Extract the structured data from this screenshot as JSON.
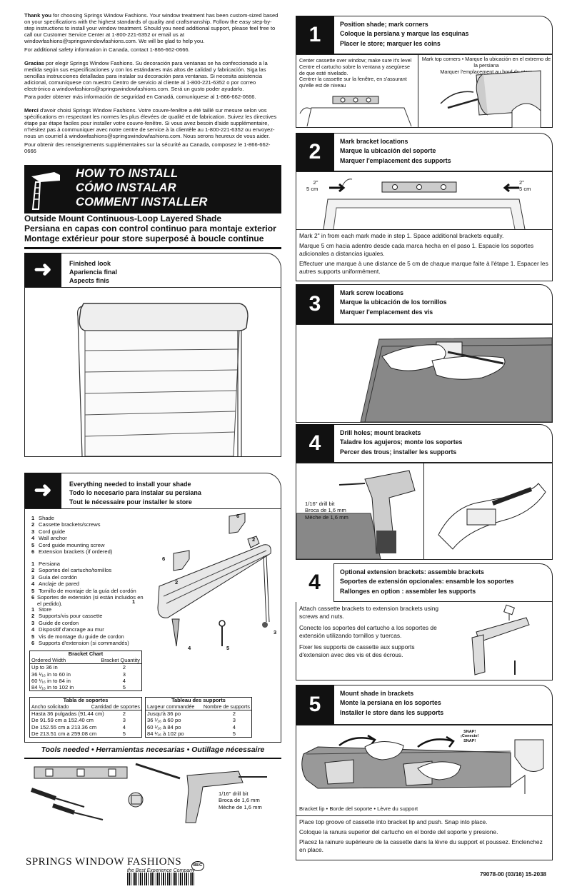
{
  "intro": {
    "en_lead": "Thank you",
    "en_body": " for choosing Springs Window Fashions. Your window treatment has been custom-sized based on your specifications with the highest standards of quality and craftsmanship. Follow the easy step-by-step instructions to install your window treatment. Should you need additional support, please feel free to call our Customer Service Center at 1-800-221-6352 or email us at windowfashions@springswindowfashions.com. We will be glad to help you.",
    "en_canada": "For additional safety information in Canada, contact 1-866-662-0666.",
    "es_lead": "Gracias",
    "es_body": " por elegir Springs Window Fashions. Su decoración para ventanas se ha confeccionado a la medida según sus especificaciones y con los estándares más altos de calidad y fabricación. Siga las sencillas instrucciones detalladas para instalar su decoración para ventanas. Si necesita asistencia adicional, comuníquese con nuestro Centro de servicio al cliente al 1-800-221-6352 o por correo electrónico a windowfashions@springswindowfashions.com. Será un gusto poder ayudarlo.",
    "es_canada": "Para poder obtener más información de seguridad en Canadá, comuníquese al 1-866-662-0666.",
    "fr_lead": "Merci",
    "fr_body": " d'avoir choisi Springs Window Fashions. Votre couvre-fenêtre a été taillé sur mesure selon vos spécifications en respectant les normes les plus élevées de qualité et de fabrication. Suivez les directives étape par étape faciles pour installer votre couvre-fenêtre. Si vous avez besoin d'aide supplémentaire, n'hésitez pas à communiquer avec notre centre de service à la clientèle au 1-800-221-6352 ou envoyez-nous un courriel à windowfashions@springswindowfashions.com. Nous serons heureux de vous aider.",
    "fr_canada": "Pour obtenir des renseignements supplémentaires sur la sécurité au Canada, composez le 1-866-662-0666"
  },
  "howto": {
    "en": "HOW TO INSTALL",
    "es": "CÓMO INSTALAR",
    "fr": "COMMENT INSTALLER"
  },
  "subtitle": {
    "en": "Outside Mount Continuous-Loop Layered Shade",
    "es": "Persiana en capas con control continuo para montaje exterior",
    "fr": "Montage extérieur pour store superposé à boucle continue"
  },
  "finished": {
    "en": "Finished look",
    "es": "Apariencia final",
    "fr": "Aspects finis"
  },
  "arrow_glyph": "➜",
  "needed": {
    "en": "Everything needed to install your shade",
    "es": "Todo lo necesario para instalar su persiana",
    "fr": "Tout le nécessaire pour installer le store"
  },
  "parts_en": [
    "Shade",
    "Cassette brackets/screws",
    "Cord guide",
    "Wall anchor",
    "Cord guide mounting screw",
    "Extension brackets (if ordered)"
  ],
  "parts_es": [
    "Persiana",
    "Soportes del cartucho/tornillos",
    "Guía del cordón",
    "Anclaje de pared",
    "Tornillo de montaje de la guía del cordón",
    "Soportes de extensión (si están incluidos en el pedido)."
  ],
  "parts_fr": [
    "Store",
    "Supports/vis pour cassette",
    "Guide de cordon",
    "Dispositif d'ancrage au mur",
    "Vis de montage du guide de cordon",
    "Supports d'extension (si commandés)"
  ],
  "part_numbers": [
    "1",
    "2",
    "3",
    "4",
    "5",
    "6"
  ],
  "bracket_chart": {
    "title": "Bracket Chart",
    "col1": "Ordered Width",
    "col2": "Bracket Quantity",
    "rows": [
      [
        "Up to 36 in",
        "2"
      ],
      [
        "36 ¹⁄₁₆ in to 60 in",
        "3"
      ],
      [
        "60 ¹⁄₁₆ in to 84 in",
        "4"
      ],
      [
        "84 ¹⁄₁₆ in to 102 in",
        "5"
      ]
    ]
  },
  "tabla_soportes": {
    "title": "Tabla de soportes",
    "col1": "Ancho solicitado",
    "col2": "Cantidad de soportes",
    "rows": [
      [
        "Hasta 36 pulgadas (91.44 cm)",
        "2"
      ],
      [
        "De 91.59 cm a 152.40 cm",
        "3"
      ],
      [
        "De 152.55 cm a 213.36 cm",
        "4"
      ],
      [
        "De 213.51 cm a 259.08 cm",
        "5"
      ]
    ]
  },
  "tableau_supports": {
    "title": "Tableau des supports",
    "col1": "Largeur commandée",
    "col2": "Nombre de supports",
    "rows": [
      [
        "Jusqu'à 36 po",
        "2"
      ],
      [
        "36 ¹⁄₁₆ à 60 po",
        "3"
      ],
      [
        "60 ¹⁄₁₆ à 84 po",
        "4"
      ],
      [
        "84 ¹⁄₁₆ à 102 po",
        "5"
      ]
    ]
  },
  "tools": {
    "heading": "Tools needed • Herramientas necesarias • Outillage nécessaire",
    "drill_bit": "1/16\" drill bit",
    "broca": "Broca de 1,6 mm",
    "meche": "Mèche de 1,6 mm"
  },
  "brand": {
    "name": "SPRINGS WINDOW FASHIONS",
    "tagline": "the Best Experience Company",
    "mark": "BEC"
  },
  "steps": {
    "s1": {
      "num": "1",
      "en": "Position shade; mark corners",
      "es": "Coloque la persiana y marque las esquinas",
      "fr": "Placer le store; marquer les coins",
      "left_cap": "Center cassette over window; make sure it's level\nCentre el cartucho sobre la ventana y asegúrese de que esté nivelado.\nCentrer la cassette sur la fenêtre, en s'assurant qu'elle est de niveau",
      "right_cap": "Mark top corners • Marque la ubicación en el extremo de la persiana\nMarquer l'emplacement au bord du store"
    },
    "s2": {
      "num": "2",
      "en": "Mark bracket locations",
      "es": "Marque la ubicación del soporte",
      "fr": "Marquer l'emplacement des supports",
      "dim_left": "2\"\n5 cm",
      "dim_right": "2\"\n5 cm",
      "p_en": "Mark 2\" in from each mark made in step 1. Space additional brackets equally.",
      "p_es": "Marque 5 cm hacia adentro desde cada marca hecha en el paso 1. Espacie los soportes adicionales a distancias iguales.",
      "p_fr": "Effectuer une marque à une distance de 5 cm de chaque marque faite à l'étape 1. Espacer les autres supports uniformément."
    },
    "s3": {
      "num": "3",
      "en": "Mark screw locations",
      "es": "Marque la ubicación de los tornillos",
      "fr": "Marquer l'emplacement des vis"
    },
    "s4": {
      "num": "4",
      "en": "Drill holes; mount brackets",
      "es": "Taladre los agujeros; monte los soportes",
      "fr": "Percer des trous; installer les supports",
      "bit_en": "1/16\" drill bit",
      "bit_es": "Broca de 1,6 mm",
      "bit_fr": "Mèche de 1,6 mm"
    },
    "s4b": {
      "num": "4",
      "en": "Optional extension brackets: assemble brackets",
      "es": "Soportes de extensión opcionales: ensamble los soportes",
      "fr": "Rallonges en option : assembler les supports",
      "p_en": "Attach cassette brackets to extension brackets using screws and nuts.",
      "p_es": "Conecte los soportes del cartucho a los soportes de extensión utilizando tornillos y tuercas.",
      "p_fr": "Fixer les supports de cassette aux supports d'extension avec des vis et des écrous."
    },
    "s5": {
      "num": "5",
      "en": "Mount shade in brackets",
      "es": "Monte la persiana en los soportes",
      "fr": "Installer le store dans les supports",
      "snap": "SNAP!\n¡Conecte!\nSNAP!",
      "lip": "Bracket lip • Borde del soporte • Lèvre du support",
      "p_en": "Place top groove of cassette into bracket lip and push. Snap into place.",
      "p_es": "Coloque la ranura superior del cartucho en el borde del soporte y presione.",
      "p_fr": "Placez la rainure supérieure de la cassette dans la lèvre du support et poussez. Enclenchez en place."
    }
  },
  "doc_code": "79078-00 (03/16) 15-2038"
}
